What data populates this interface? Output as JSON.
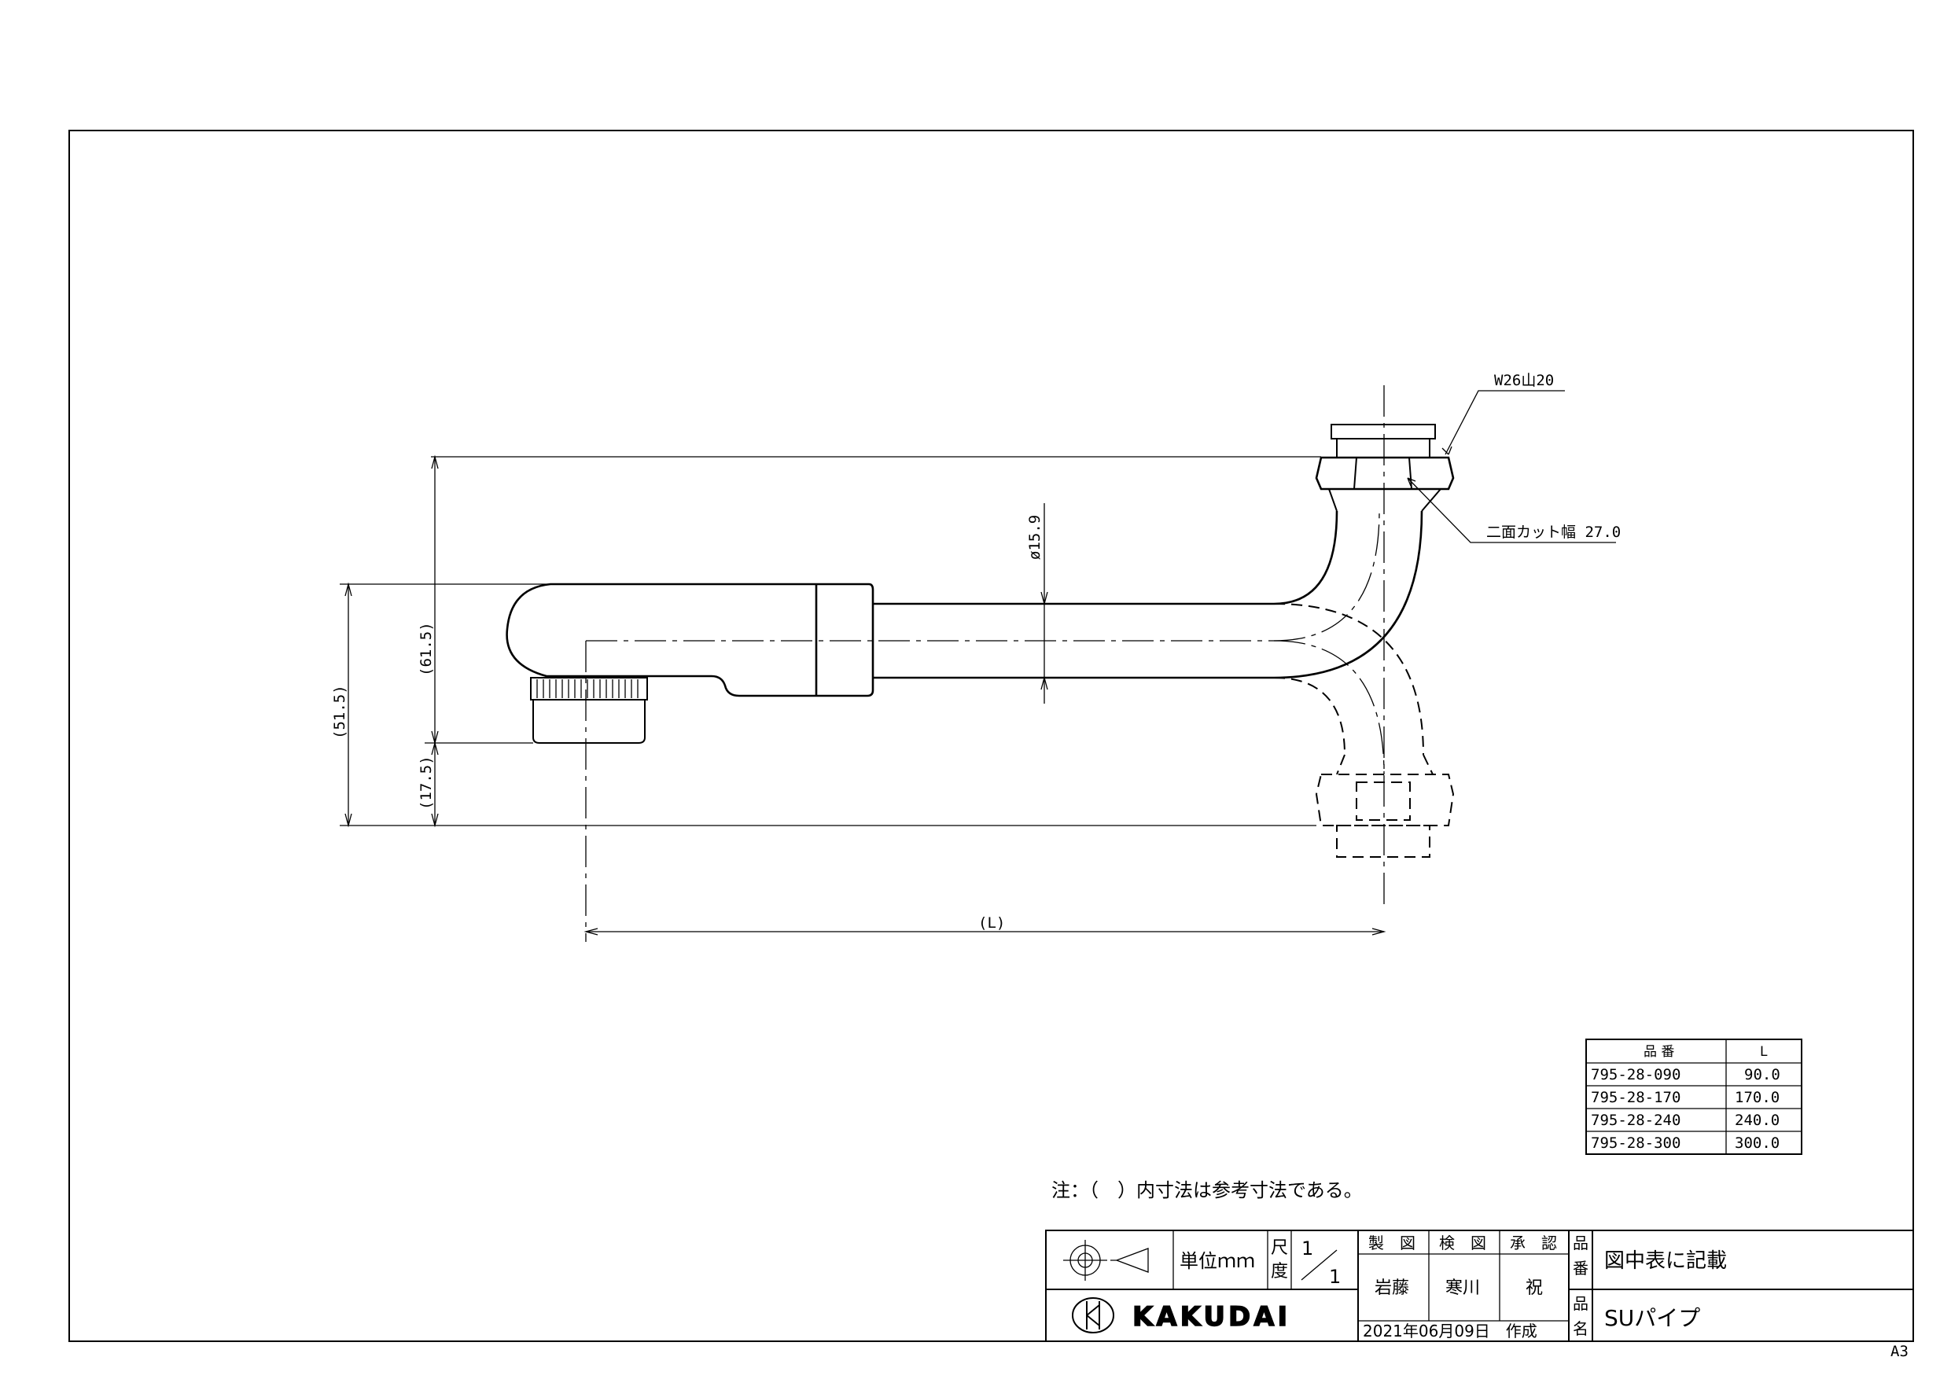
{
  "sheet": {
    "size": "A3"
  },
  "callouts": {
    "thread": "W26山20",
    "flat_cut": "二面カット幅 27.0"
  },
  "dimensions": {
    "pipe_dia": "ø15.9",
    "h_61_5": "(61.5)",
    "h_51_5": "(51.5)",
    "h_17_5": "(17.5)",
    "length": "(L)"
  },
  "parts_table": {
    "headers": [
      "品 番",
      "L"
    ],
    "rows": [
      [
        "795-28-090",
        "90.0"
      ],
      [
        "795-28-170",
        "170.0"
      ],
      [
        "795-28-240",
        "240.0"
      ],
      [
        "795-28-300",
        "300.0"
      ]
    ]
  },
  "note": "注：（　）内寸法は参考寸法である。",
  "title_block": {
    "unit_label": "単位ｍｍ",
    "scale_label_1": "尺",
    "scale_label_2": "度",
    "scale_num": "1",
    "scale_den": "1",
    "drawn_label": "製　図",
    "checked_label": "検　図",
    "approved_label": "承　認",
    "drawn_by": "岩藤",
    "checked_by": "寒川",
    "approved_by": "祝",
    "part_no_label_1": "品",
    "part_no_label_2": "番",
    "part_no_value": "図中表に記載",
    "name_label_1": "品",
    "name_label_2": "名",
    "name_value": "SUパイプ",
    "date": "2021年06月09日　作成",
    "company": "KAKUDAI"
  }
}
